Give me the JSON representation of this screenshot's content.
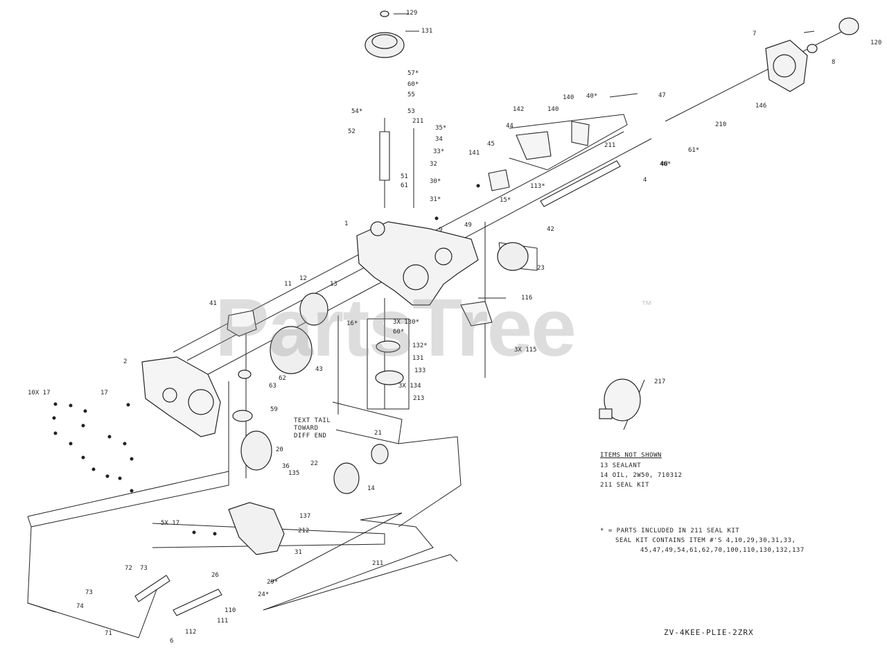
{
  "watermark": {
    "text": "PartsTree",
    "trademark": "™"
  },
  "model_code": "ZV-4KEE-PLIE-2ZRX",
  "legend": {
    "header": "ITEMS NOT SHOWN",
    "lines": [
      "13 SEALANT",
      "14 OIL, 2W50, 710312",
      "211 SEAL KIT"
    ]
  },
  "seal_kit_note": {
    "line1": "* = PARTS INCLUDED IN 211 SEAL KIT",
    "line2": "SEAL KIT CONTAINS ITEM #'S 4,10,29,30,31,33,",
    "line3": "45,47,49,54,61,62,70,100,110,130,132,137"
  },
  "toward_note": [
    "TEXT TAIL",
    "TOWARD",
    "DIFF END"
  ],
  "callouts": [
    {
      "id": "c129",
      "text": "129"
    },
    {
      "id": "c131",
      "text": "131"
    },
    {
      "id": "c57",
      "text": "57*"
    },
    {
      "id": "c60",
      "text": "60*"
    },
    {
      "id": "c55",
      "text": "55"
    },
    {
      "id": "c54",
      "text": "54*"
    },
    {
      "id": "c53",
      "text": "53"
    },
    {
      "id": "c211a",
      "text": "211"
    },
    {
      "id": "c52",
      "text": "52"
    },
    {
      "id": "c35",
      "text": "35*"
    },
    {
      "id": "c34",
      "text": "34"
    },
    {
      "id": "c33",
      "text": "33*"
    },
    {
      "id": "c32",
      "text": "32"
    },
    {
      "id": "c31",
      "text": "31*"
    },
    {
      "id": "c51",
      "text": "51"
    },
    {
      "id": "c61",
      "text": "61"
    },
    {
      "id": "c30",
      "text": "30*"
    },
    {
      "id": "c142",
      "text": "142"
    },
    {
      "id": "c140a",
      "text": "140"
    },
    {
      "id": "c140b",
      "text": "140"
    },
    {
      "id": "c40",
      "text": "40*"
    },
    {
      "id": "c47",
      "text": "47"
    },
    {
      "id": "c44",
      "text": "44"
    },
    {
      "id": "c45",
      "text": "45"
    },
    {
      "id": "c141",
      "text": "141"
    },
    {
      "id": "c211b",
      "text": "211"
    },
    {
      "id": "c48",
      "text": "48"
    },
    {
      "id": "c7",
      "text": "7"
    },
    {
      "id": "c120",
      "text": "120"
    },
    {
      "id": "c8",
      "text": "8"
    },
    {
      "id": "c146",
      "text": "146"
    },
    {
      "id": "c210",
      "text": "210"
    },
    {
      "id": "c61b",
      "text": "61*"
    },
    {
      "id": "c46",
      "text": "46*"
    },
    {
      "id": "c4",
      "text": "4"
    },
    {
      "id": "c113",
      "text": "113*"
    },
    {
      "id": "c15",
      "text": "15*"
    },
    {
      "id": "c42",
      "text": "42"
    },
    {
      "id": "c1",
      "text": "1"
    },
    {
      "id": "c49",
      "text": "49"
    },
    {
      "id": "c9",
      "text": "9"
    },
    {
      "id": "c23",
      "text": "23"
    },
    {
      "id": "c11",
      "text": "11"
    },
    {
      "id": "c12",
      "text": "12"
    },
    {
      "id": "c13",
      "text": "13"
    },
    {
      "id": "c41",
      "text": "41"
    },
    {
      "id": "c116",
      "text": "116"
    },
    {
      "id": "c16",
      "text": "16*"
    },
    {
      "id": "c3x130",
      "text": "3X 130*"
    },
    {
      "id": "c60b",
      "text": "60*"
    },
    {
      "id": "c132",
      "text": "132*"
    },
    {
      "id": "c131b",
      "text": "131"
    },
    {
      "id": "c133",
      "text": "133"
    },
    {
      "id": "c3x134",
      "text": "3X 134"
    },
    {
      "id": "c213",
      "text": "213"
    },
    {
      "id": "c3x115",
      "text": "3X 115"
    },
    {
      "id": "c43",
      "text": "43"
    },
    {
      "id": "c2",
      "text": "2"
    },
    {
      "id": "c17",
      "text": "17"
    },
    {
      "id": "c10x",
      "text": "10X 17"
    },
    {
      "id": "c62",
      "text": "62"
    },
    {
      "id": "c63",
      "text": "63"
    },
    {
      "id": "c59",
      "text": "59"
    },
    {
      "id": "c20",
      "text": "20"
    },
    {
      "id": "c217",
      "text": "217"
    },
    {
      "id": "c21",
      "text": "21"
    },
    {
      "id": "c14",
      "text": "14"
    },
    {
      "id": "c36",
      "text": "36"
    },
    {
      "id": "c22",
      "text": "22"
    },
    {
      "id": "c135",
      "text": "135"
    },
    {
      "id": "c5x",
      "text": "5X 17"
    },
    {
      "id": "c137",
      "text": "137"
    },
    {
      "id": "c212",
      "text": "212"
    },
    {
      "id": "c31b",
      "text": "31"
    },
    {
      "id": "c26",
      "text": "26"
    },
    {
      "id": "c29",
      "text": "29*"
    },
    {
      "id": "c24",
      "text": "24*"
    },
    {
      "id": "c211c",
      "text": "211"
    },
    {
      "id": "c72",
      "text": "72"
    },
    {
      "id": "c73",
      "text": "73"
    },
    {
      "id": "c73b",
      "text": "73"
    },
    {
      "id": "c74",
      "text": "74"
    },
    {
      "id": "c71",
      "text": "71"
    },
    {
      "id": "c111",
      "text": "111"
    },
    {
      "id": "c110",
      "text": "110"
    },
    {
      "id": "c112",
      "text": "112"
    },
    {
      "id": "c6",
      "text": "6"
    }
  ]
}
